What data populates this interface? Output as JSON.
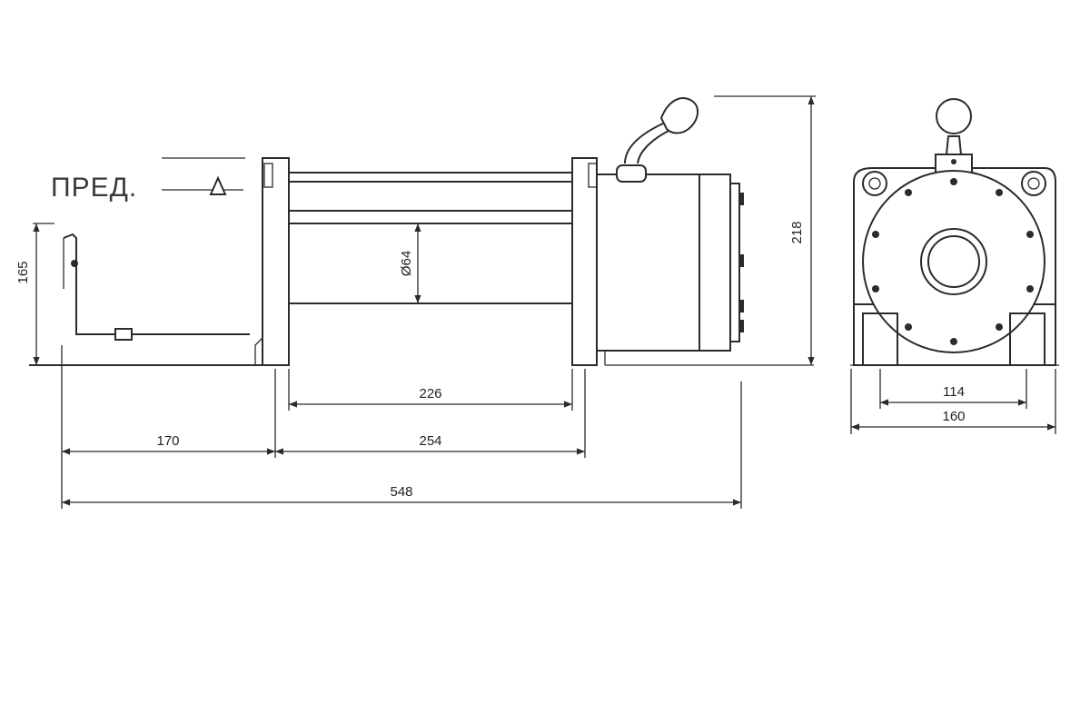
{
  "labels": {
    "limit_label": "ПРЕД.",
    "height_left": "165",
    "drum_diameter": "Ø64",
    "height_total": "218",
    "drum_length": "226",
    "frame_length": "254",
    "overhang": "170",
    "total_length": "548",
    "bolt_spacing": "114",
    "base_width": "160"
  }
}
